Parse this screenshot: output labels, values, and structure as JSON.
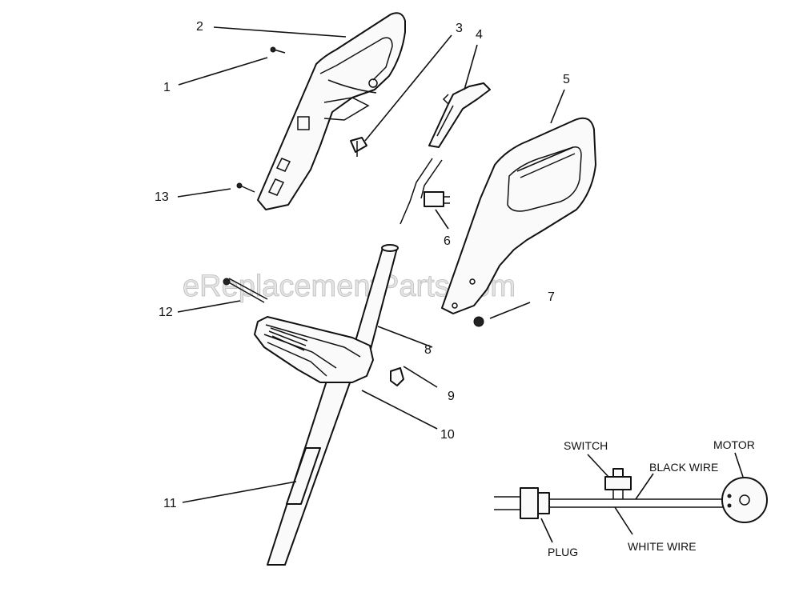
{
  "watermark": "eReplacementParts.com",
  "callouts": [
    "1",
    "2",
    "3",
    "4",
    "5",
    "6",
    "7",
    "8",
    "9",
    "10",
    "11",
    "12",
    "13"
  ],
  "wiring": {
    "switch": "SWITCH",
    "motor": "MOTOR",
    "black_wire": "BLACK WIRE",
    "white_wire": "WHITE WIRE",
    "plug": "PLUG"
  }
}
